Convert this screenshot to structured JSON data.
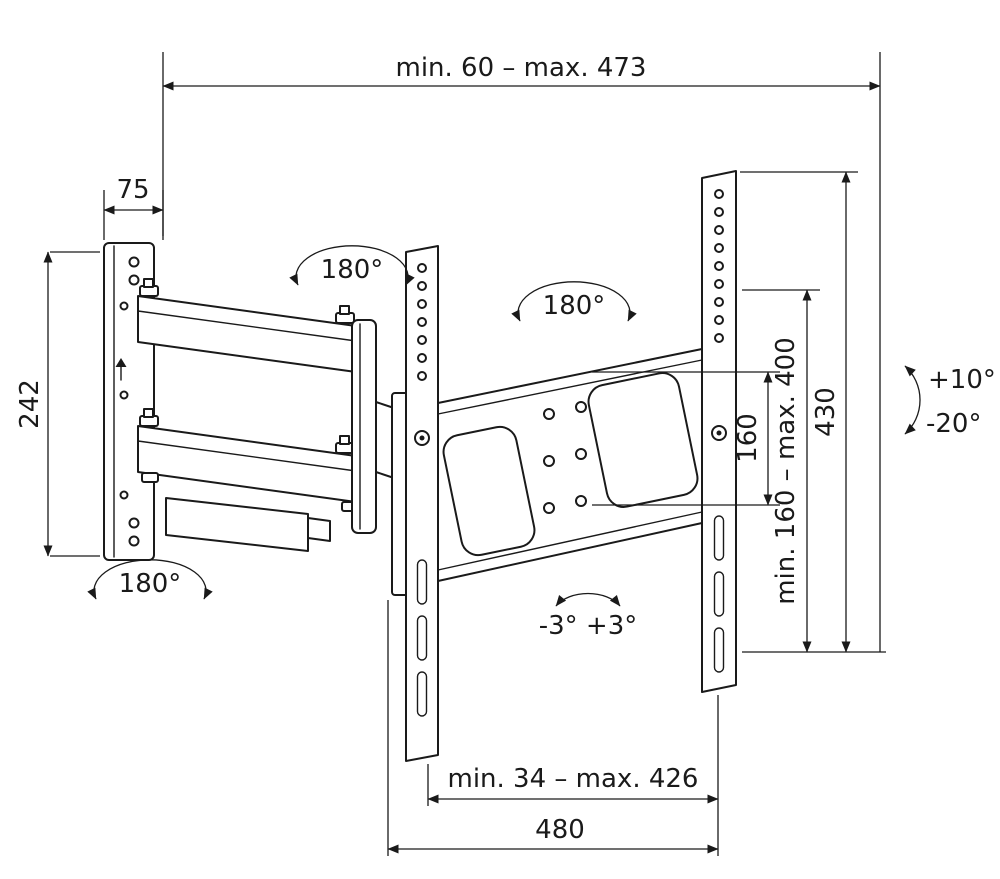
{
  "colors": {
    "line": "#1a1a1a",
    "background": "#ffffff"
  },
  "dimensions": {
    "top_span": "min. 60 – max. 473",
    "wall_plate_width": "75",
    "wall_plate_height": "242",
    "vesa_vertical_range": "min. 160 – max. 400",
    "hole_spacing": "160",
    "bracket_height": "430",
    "bottom_span": "min. 34 – max. 426",
    "bottom_width": "480"
  },
  "angles": {
    "swivel_top": "180°",
    "swivel_middle": "180°",
    "swivel_bottom": "180°",
    "tilt_up": "+10°",
    "tilt_down": "-20°",
    "level_adjust": "-3° +3°"
  }
}
